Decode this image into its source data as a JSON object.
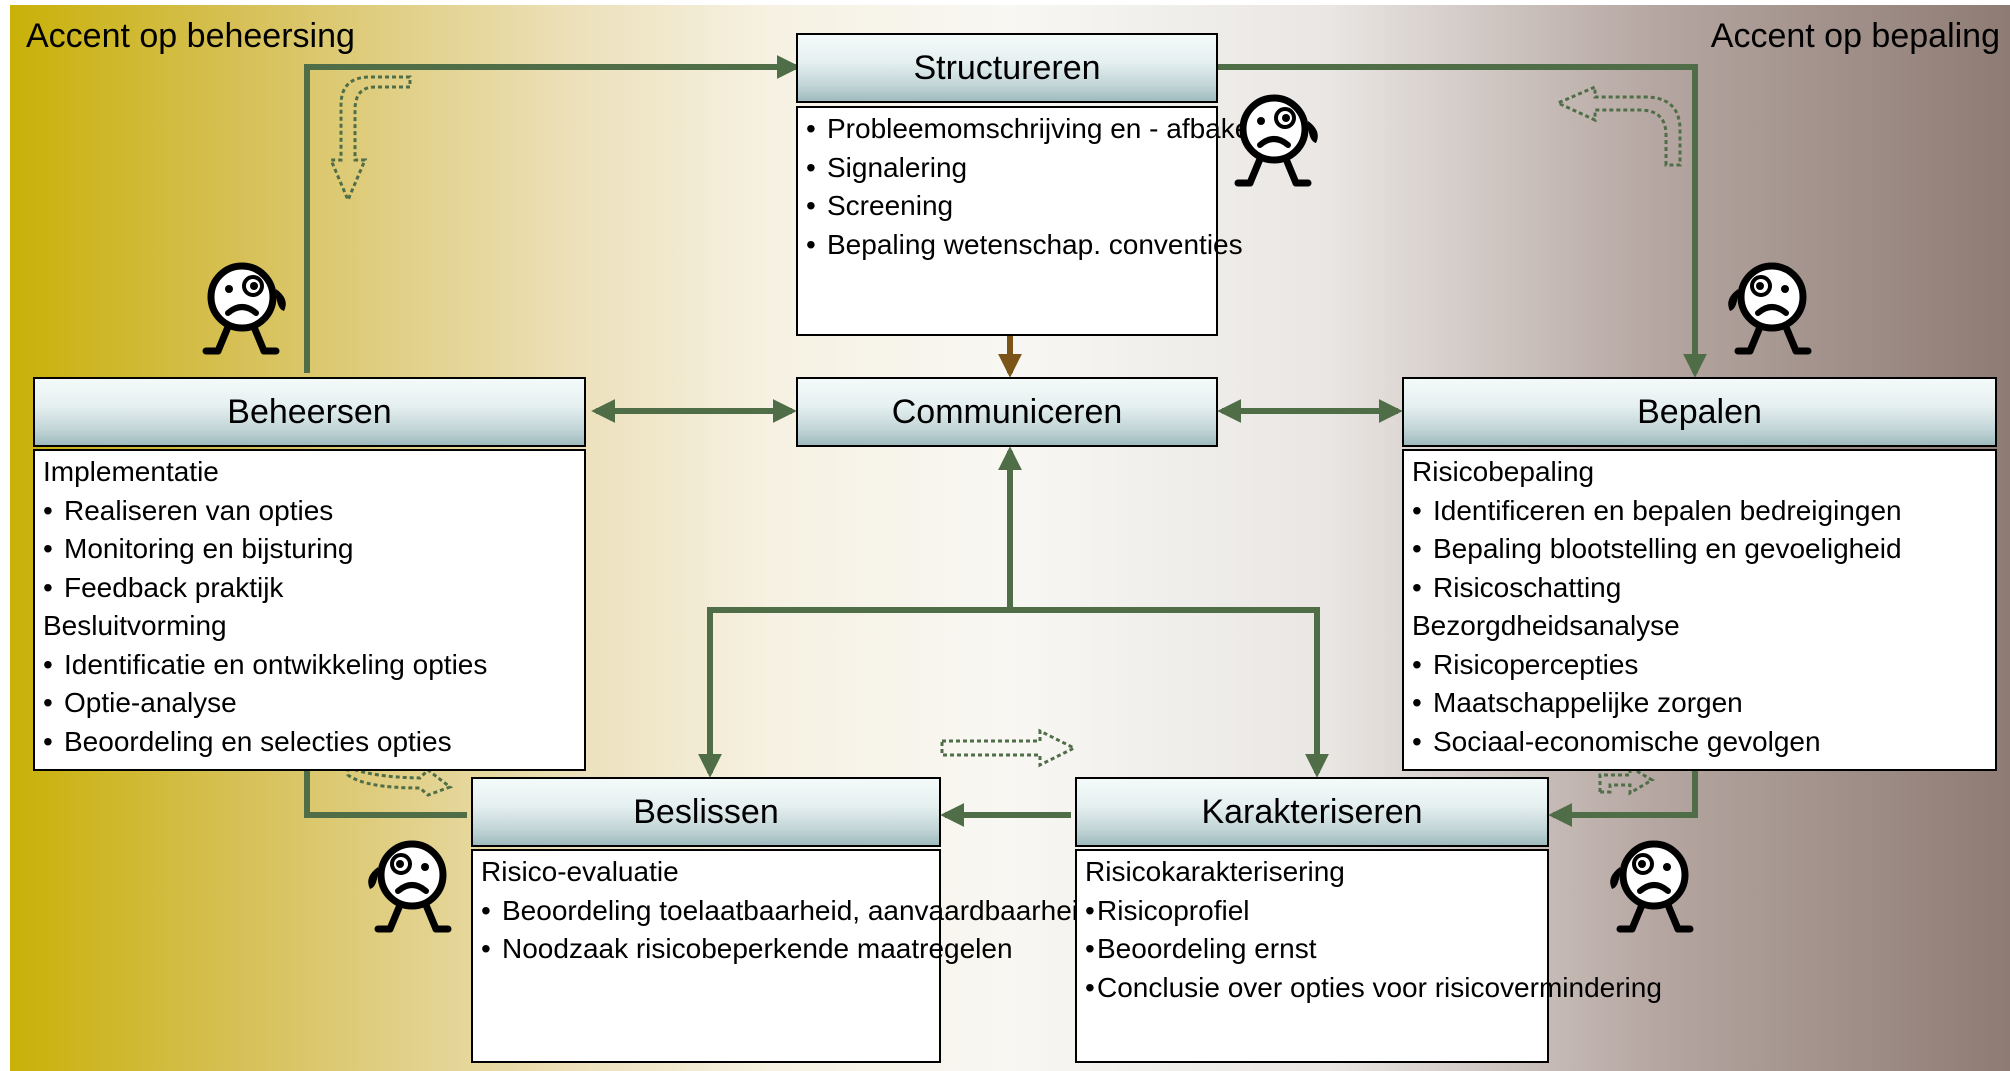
{
  "corner_labels": {
    "left": "Accent op beheersing",
    "right": "Accent op bepaling"
  },
  "colors": {
    "flow_arrow": "#4f6e47",
    "feed_arrow": "#7b5417",
    "hint_arrow": "#4f6e47"
  },
  "stages": {
    "structureren": {
      "title": "Structureren",
      "items": [
        {
          "text": "Probleemomschrijving en - afbakening",
          "style": "bullet"
        },
        {
          "text": "Signalering",
          "style": "bullet"
        },
        {
          "text": "Screening",
          "style": "bullet"
        },
        {
          "text": "Bepaling wetenschap. conventies",
          "style": "bullet"
        }
      ]
    },
    "communiceren": {
      "title": "Communiceren"
    },
    "beheersen": {
      "title": "Beheersen",
      "items": [
        {
          "text": "Implementatie",
          "style": "heading"
        },
        {
          "text": "Realiseren van opties",
          "style": "bullet"
        },
        {
          "text": "Monitoring en bijsturing",
          "style": "bullet"
        },
        {
          "text": "Feedback praktijk",
          "style": "bullet"
        },
        {
          "text": "Besluitvorming",
          "style": "heading"
        },
        {
          "text": "Identificatie en ontwikkeling opties",
          "style": "bullet"
        },
        {
          "text": "Optie-analyse",
          "style": "bullet"
        },
        {
          "text": "Beoordeling en selecties opties",
          "style": "bullet"
        }
      ]
    },
    "bepalen": {
      "title": "Bepalen",
      "items": [
        {
          "text": "Risicobepaling",
          "style": "heading"
        },
        {
          "text": "Identificeren en bepalen bedreigingen",
          "style": "bullet"
        },
        {
          "text": "Bepaling blootstelling en gevoeligheid",
          "style": "bullet"
        },
        {
          "text": "Risicoschatting",
          "style": "bullet"
        },
        {
          "text": "Bezorgdheidsanalyse",
          "style": "heading"
        },
        {
          "text": "Risicopercepties",
          "style": "bullet"
        },
        {
          "text": "Maatschappelijke zorgen",
          "style": "bullet"
        },
        {
          "text": "Sociaal-economische gevolgen",
          "style": "bullet"
        }
      ]
    },
    "beslissen": {
      "title": "Beslissen",
      "items": [
        {
          "text": "Risico-evaluatie",
          "style": "heading"
        },
        {
          "text": "Beoordeling toelaatbaarheid, aanvaardbaarheid",
          "style": "bullet"
        },
        {
          "text": "Noodzaak risicobeperkende maatregelen",
          "style": "bullet"
        }
      ]
    },
    "karakteriseren": {
      "title": "Karakteriseren",
      "items": [
        {
          "text": "Risicokarakterisering",
          "style": "heading"
        },
        {
          "text": "Risicoprofiel",
          "style": "bullet-tight"
        },
        {
          "text": "Beoordeling ernst",
          "style": "bullet-tight"
        },
        {
          "text": "Conclusie over opties voor risicovermindering",
          "style": "bullet-tight"
        }
      ]
    }
  },
  "mascots": [
    {
      "id": "mascot-structureren",
      "facing": "right"
    },
    {
      "id": "mascot-beheersen",
      "facing": "right"
    },
    {
      "id": "mascot-bepalen",
      "facing": "left"
    },
    {
      "id": "mascot-beslissen",
      "facing": "left"
    },
    {
      "id": "mascot-karakteriseren",
      "facing": "left"
    }
  ]
}
